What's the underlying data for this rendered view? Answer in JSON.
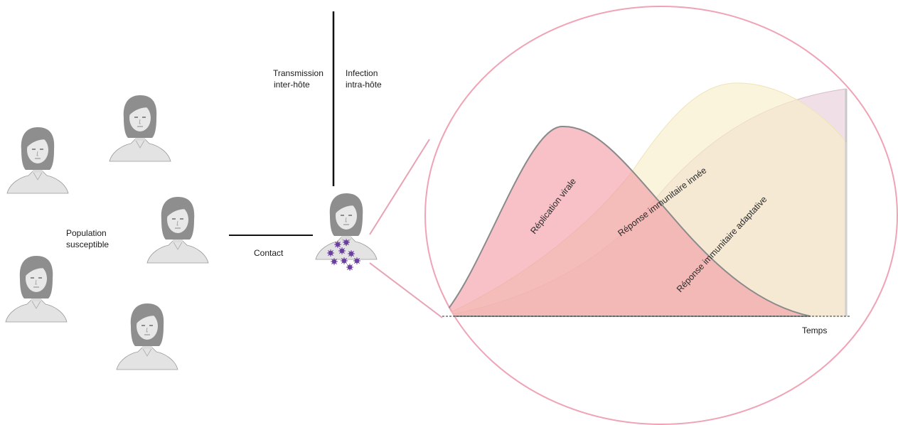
{
  "labels": {
    "transmission_line1": "Transmission",
    "transmission_line2": "inter-hôte",
    "infection_line1": "Infection",
    "infection_line2": "intra-hôte",
    "population_line1": "Population",
    "population_line2": "susceptible",
    "contact": "Contact",
    "time_axis": "Temps"
  },
  "curves": [
    {
      "name": "Réplication virale",
      "color": "#f29ba4"
    },
    {
      "name": "Réponse immunitaire innée",
      "color": "#f8eec9"
    },
    {
      "name": "Réponse immunitaire adaptative",
      "color": "#e6c9d6"
    }
  ],
  "icons": {
    "person": "woman-head-shoulders",
    "virus": "virus-particle"
  },
  "colors": {
    "circle_outline": "#f0a3b5",
    "viral_curve": "#f29ba4",
    "innate_curve": "#f8eec9",
    "adaptive_curve": "#e6c9d6",
    "virus": "#6b3fa0"
  }
}
